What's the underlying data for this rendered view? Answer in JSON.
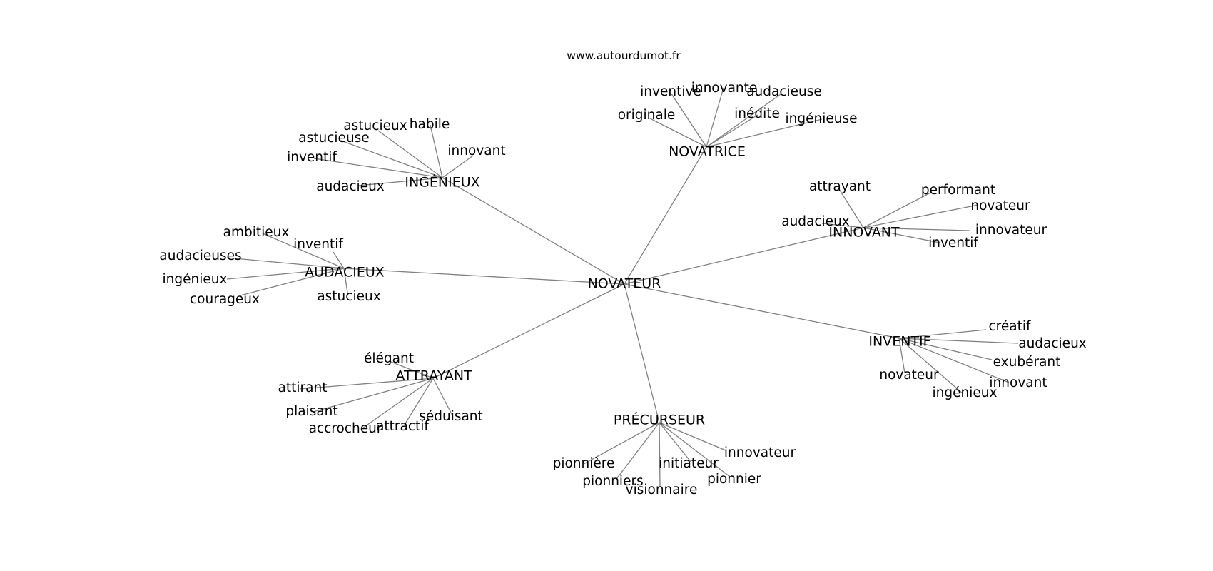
{
  "source": "www.autourdumot.fr",
  "center": "NOVATEUR",
  "clusters": [
    {
      "id": "ingenieux",
      "hub": "INGÉNIEUX",
      "words": [
        "astucieux",
        "habile",
        "astucieuse",
        "innovant",
        "inventif",
        "audacieux"
      ]
    },
    {
      "id": "novatrice",
      "hub": "NOVATRICE",
      "words": [
        "inventive",
        "innovante",
        "audacieuse",
        "originale",
        "inédite",
        "ingénieuse"
      ]
    },
    {
      "id": "innovant",
      "hub": "INNOVANT",
      "words": [
        "attrayant",
        "performant",
        "novateur",
        "audacieux",
        "innovateur",
        "inventif"
      ]
    },
    {
      "id": "audacieux",
      "hub": "AUDACIEUX",
      "words": [
        "ambitieux",
        "inventif",
        "audacieuses",
        "ingénieux",
        "courageux",
        "astucieux"
      ]
    },
    {
      "id": "inventif",
      "hub": "INVENTIF",
      "words": [
        "créatif",
        "audacieux",
        "exubérant",
        "novateur",
        "innovant",
        "ingénieux"
      ]
    },
    {
      "id": "attrayant",
      "hub": "ATTRAYANT",
      "words": [
        "élégant",
        "attirant",
        "plaisant",
        "séduisant",
        "accrocheur",
        "attractif"
      ]
    },
    {
      "id": "precurseur",
      "hub": "PRÉCURSEUR",
      "words": [
        "innovateur",
        "pionnière",
        "initiateur",
        "pionniers",
        "pionnier",
        "visionnaire"
      ]
    }
  ]
}
